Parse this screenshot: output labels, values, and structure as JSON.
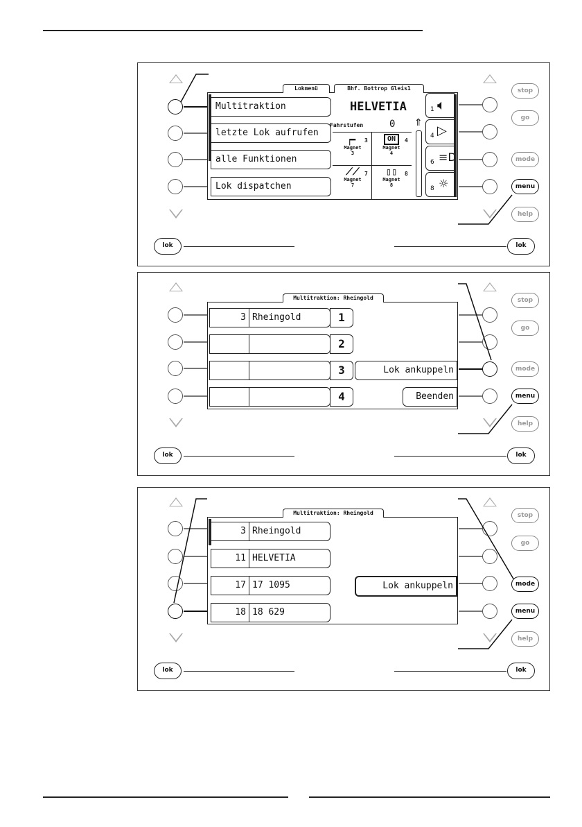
{
  "panels": {
    "side_buttons": {
      "stop": "stop",
      "go": "go",
      "mode": "mode",
      "menu": "menu",
      "help": "help",
      "lok": "lok"
    },
    "panel1": {
      "tab_title": "Lokmenü",
      "menu_items": [
        "Multitraktion",
        "letzte Lok aufrufen",
        "alle Funktionen",
        "Lok dispatchen"
      ],
      "station": "Bhf. Bottrop Gleis1",
      "loco_name": "HELVETIA",
      "speed_label": "Fahrstufen",
      "speed_value": "0",
      "direction_symbol": "⇑",
      "magnets": [
        {
          "num": "3",
          "label": "Magnet",
          "id": "3"
        },
        {
          "num": "4",
          "label": "Magnet",
          "id": "4",
          "state": "ON"
        },
        {
          "num": "7",
          "label": "Magnet",
          "id": "7"
        },
        {
          "num": "8",
          "label": "Magnet",
          "id": "8"
        }
      ],
      "function_keys": [
        "1",
        "4",
        "6",
        "8"
      ]
    },
    "panel2": {
      "tab_title": "Multitraktion: Rheingold",
      "rows": [
        {
          "num": "3",
          "name": "Rheingold",
          "slot": "1"
        },
        {
          "num": "",
          "name": "",
          "slot": "2"
        },
        {
          "num": "",
          "name": "",
          "slot": "3"
        },
        {
          "num": "",
          "name": "",
          "slot": "4"
        }
      ],
      "action_couple": "Lok ankuppeln",
      "action_end": "Beenden"
    },
    "panel3": {
      "tab_title": "Multitraktion: Rheingold",
      "rows": [
        {
          "num": "3",
          "name": "Rheingold"
        },
        {
          "num": "11",
          "name": "HELVETIA"
        },
        {
          "num": "17",
          "name": "17 1095"
        },
        {
          "num": "18",
          "name": "18 629"
        }
      ],
      "action_couple": "Lok ankuppeln"
    }
  }
}
